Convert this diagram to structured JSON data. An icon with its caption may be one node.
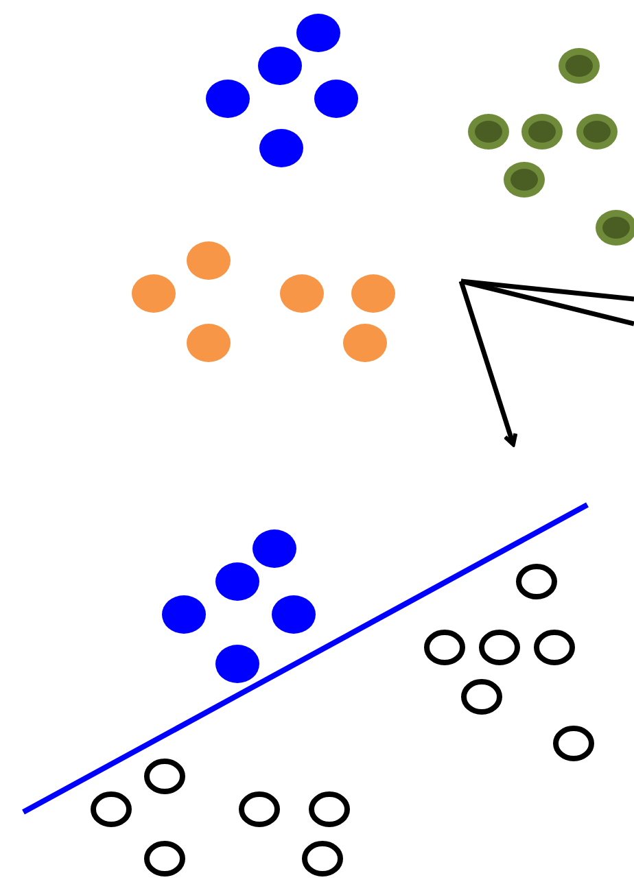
{
  "diagram": {
    "nodes": [
      {
        "text": [],
        "shape": "picture"
      },
      {
        "text": [],
        "shape": "picture"
      }
    ],
    "edges": [
      {
        "from": 0,
        "to": 1,
        "arrow": "to"
      },
      {
        "from": 0,
        "to": null,
        "arrow": "none"
      },
      {
        "from": 0,
        "to": null,
        "arrow": "none"
      }
    ]
  }
}
